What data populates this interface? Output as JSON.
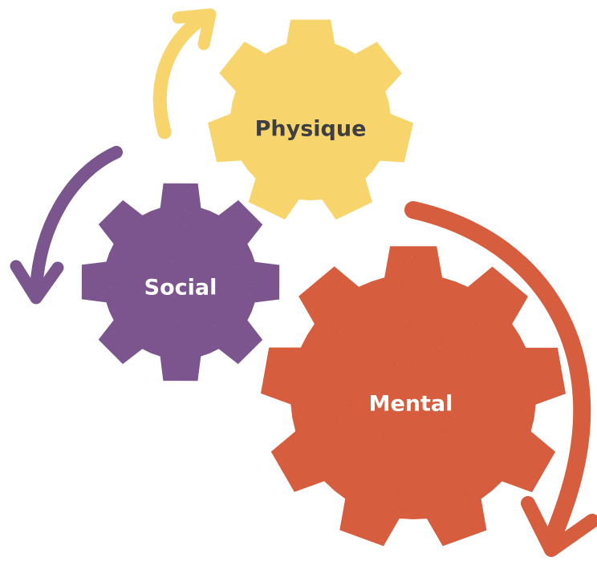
{
  "gears": [
    {
      "id": "physique",
      "label": "Physique",
      "color": "#F8D46C",
      "text_color": "#3F3F42"
    },
    {
      "id": "social",
      "label": "Social",
      "color": "#7B558E",
      "text_color": "#FFFFFF"
    },
    {
      "id": "mental",
      "label": "Mental",
      "color": "#D65D3D",
      "text_color": "#FFFFFF"
    }
  ],
  "arrows": [
    {
      "id": "yellow",
      "color": "#F8D46C",
      "direction": "up-right"
    },
    {
      "id": "purple",
      "color": "#7B558E",
      "direction": "down-left"
    },
    {
      "id": "orange",
      "color": "#D65D3D",
      "direction": "clockwise-down"
    }
  ]
}
